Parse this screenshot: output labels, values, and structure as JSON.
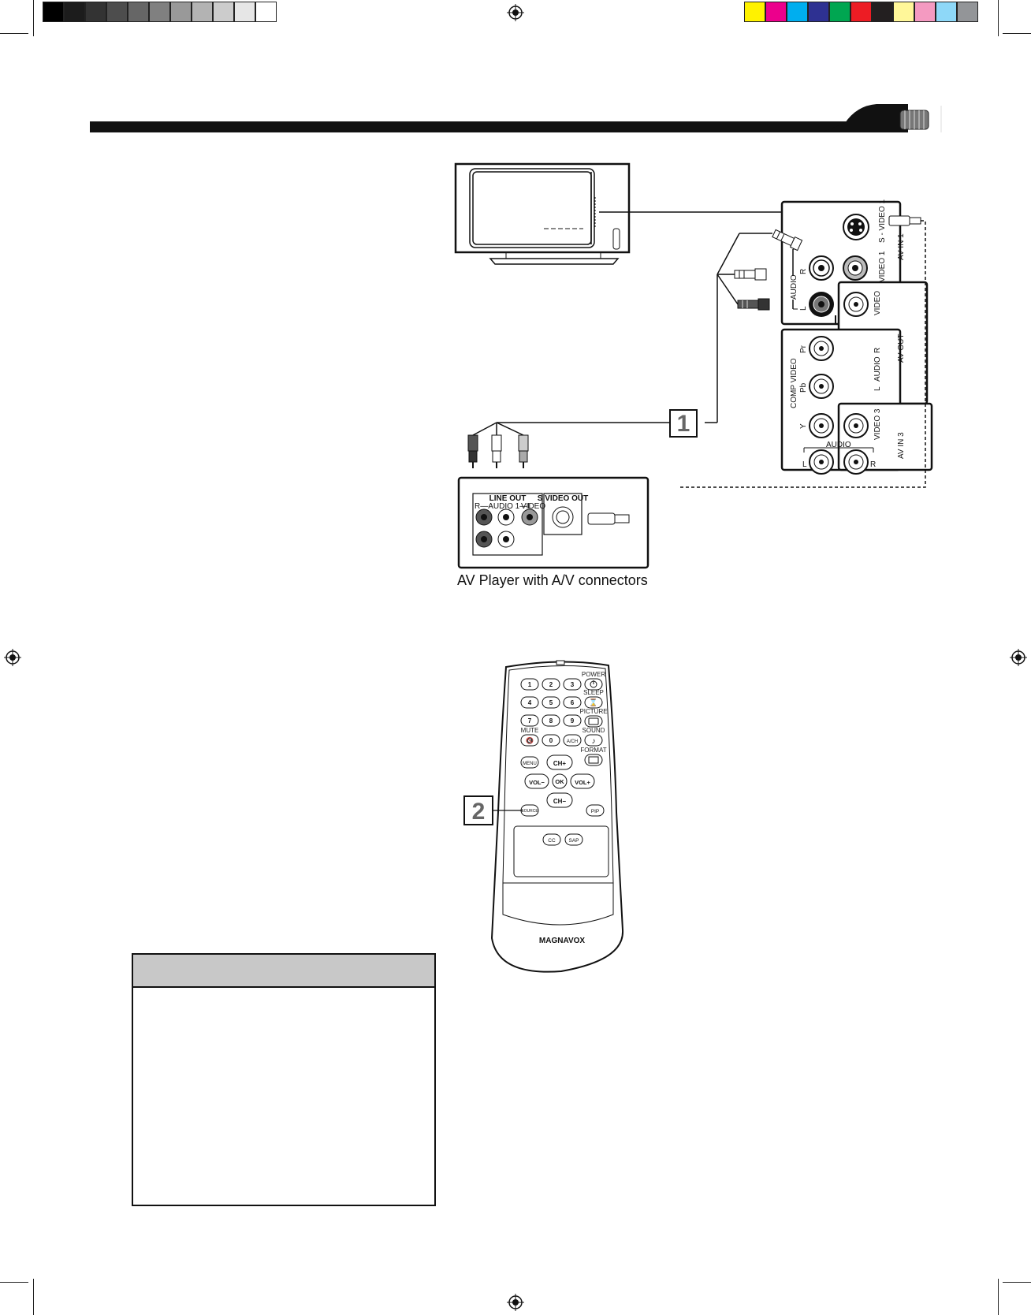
{
  "calibration": {
    "gray_swatches": [
      "#000000",
      "#1c1c1c",
      "#333333",
      "#4d4d4d",
      "#666666",
      "#808080",
      "#999999",
      "#b3b3b3",
      "#cccccc",
      "#e6e6e6",
      "#ffffff"
    ],
    "color_swatches": [
      "#fff200",
      "#ec008c",
      "#00aeef",
      "#2e3192",
      "#00a651",
      "#ed1c24",
      "#231f20",
      "#fff799",
      "#f49ac1",
      "#8ed8f8",
      "#939598"
    ]
  },
  "diagram": {
    "caption": "AV Player with A/V connectors",
    "callouts": {
      "step1": "1",
      "step2": "2"
    },
    "tv_panel": {
      "s_video": "S - VIDEO 1",
      "av_in_1": "AV IN 1",
      "video_1": "VIDEO 1",
      "audio": "AUDIO",
      "r": "R",
      "l": "L",
      "video": "VIDEO",
      "av_out": "AV OUT",
      "comp_video": "COMP VIDEO",
      "pr": "Pr",
      "pb": "Pb",
      "y": "Y",
      "video_3": "VIDEO 3",
      "av_in_3": "AV IN 3"
    },
    "player_panel": {
      "line_out": "LINE OUT",
      "r_audio_l": "R—AUDIO 1—L",
      "video": "VIDEO",
      "s_video_out": "S VIDEO OUT"
    },
    "remote": {
      "brand": "MAGNAVOX",
      "power": "POWER",
      "sleep": "SLEEP",
      "picture": "PICTURE",
      "mute": "MUTE",
      "sound": "SOUND",
      "format": "FORMAT",
      "keys": [
        "1",
        "2",
        "3",
        "4",
        "5",
        "6",
        "7",
        "8",
        "9",
        "0"
      ],
      "ach": "A/CH",
      "menu": "MENU",
      "ch_up": "CH+",
      "ch_down": "CH−",
      "vol_down": "VOL−",
      "vol_up": "VOL+",
      "ok": "OK",
      "source": "SOURCE",
      "pip": "PIP",
      "cc": "CC",
      "sap": "SAP"
    }
  }
}
